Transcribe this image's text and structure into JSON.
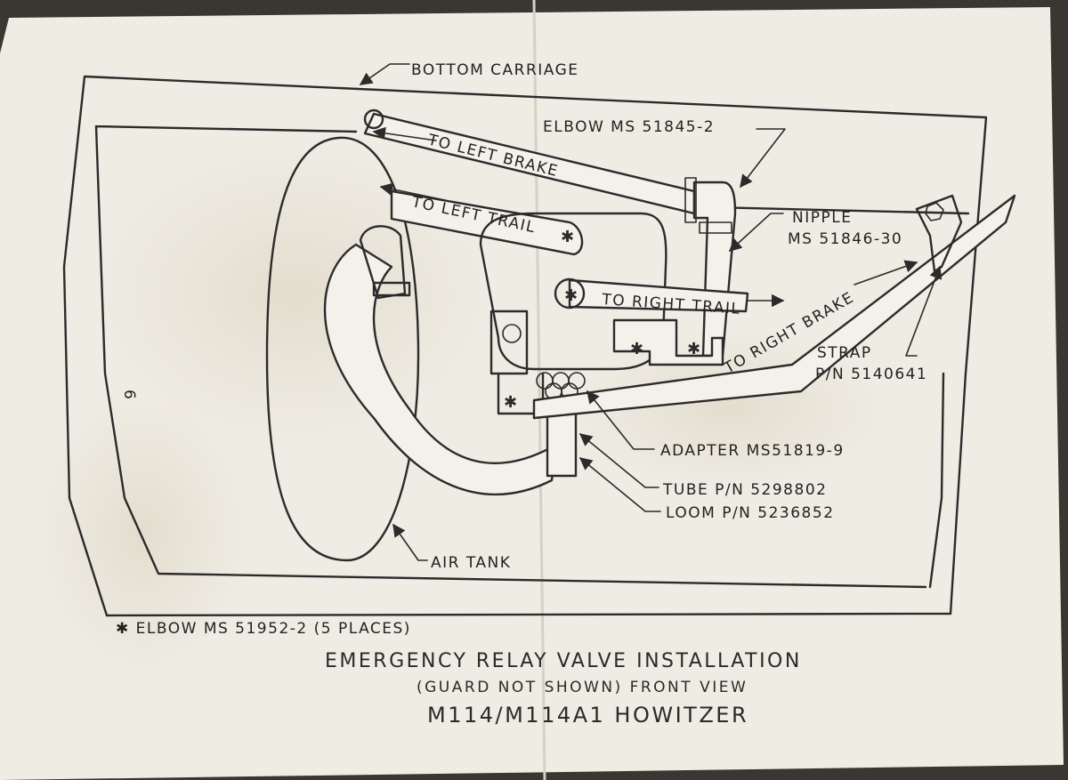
{
  "labels": {
    "bottom_carriage": "BOTTOM CARRIAGE",
    "elbow_top": "ELBOW MS 51845-2",
    "to_left_brake": "TO LEFT BRAKE",
    "to_left_trail": "TO LEFT TRAIL",
    "nipple": "NIPPLE",
    "nipple_part": "MS 51846-30",
    "to_right_trail": "TO RIGHT TRAIL",
    "to_right_brake": "TO RIGHT BRAKE",
    "strap": "STRAP",
    "strap_part": "P/N 5140641",
    "adapter": "ADAPTER MS51819-9",
    "tube": "TUBE P/N 5298802",
    "loom": "LOOM P/N 5236852",
    "air_tank": "AIR TANK",
    "side_mark": "6",
    "elbow_note": "✱ ELBOW MS 51952-2 (5 PLACES)"
  },
  "title": {
    "line1": "EMERGENCY RELAY VALVE INSTALLATION",
    "line2": "(GUARD NOT SHOWN) FRONT VIEW",
    "line3": "M114/M114A1 HOWITZER"
  },
  "colors": {
    "paper": "#efece4",
    "ink": "#2b2b2b",
    "background": "#3a3733"
  }
}
